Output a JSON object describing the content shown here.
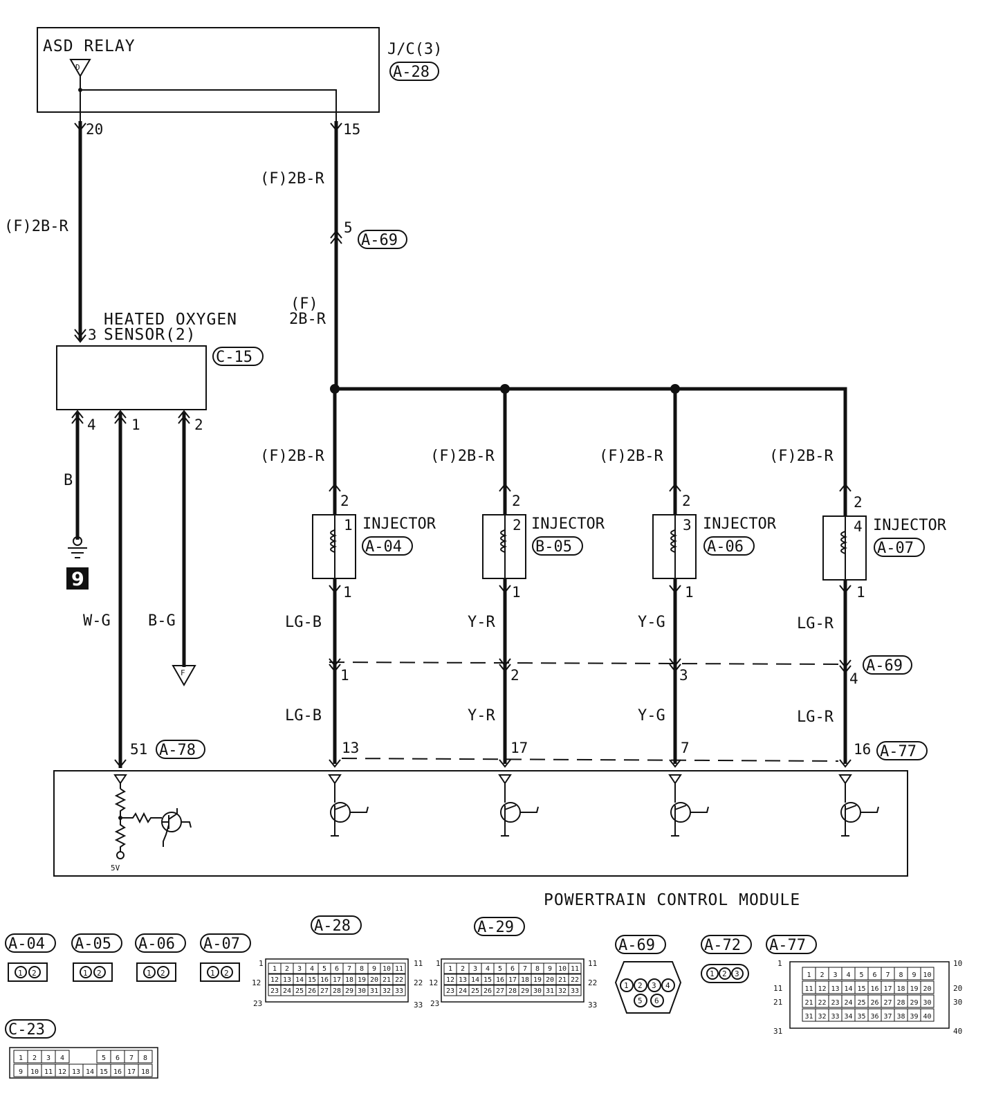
{
  "asd_relay": {
    "label": "ASD RELAY",
    "jc_label": "J/C(3)",
    "connector": "A-28",
    "pin_left": "20",
    "pin_right": "15",
    "symbol": "D"
  },
  "wire_labels": {
    "f_2br": "(F)2B-R",
    "f": "(F)",
    "twob_r": "2B-R",
    "b": "B",
    "wg": "W-G",
    "bg": "B-G",
    "lgb": "LG-B",
    "yr": "Y-R",
    "yg": "Y-G",
    "lgr": "LG-R"
  },
  "a69_top": {
    "pin": "5",
    "connector": "A-69"
  },
  "sensor": {
    "line1": "HEATED OXYGEN",
    "line2": "SENSOR(2)",
    "pin_top": "3",
    "connector": "C-15",
    "pins": [
      "4",
      "1",
      "2"
    ]
  },
  "ground_number": "9",
  "f_symbol": "F",
  "injectors": [
    {
      "label": "INJECTOR",
      "connector": "A-04",
      "number": "1",
      "pin_top": "2",
      "pin_bottom": "1",
      "a69_pin": "1",
      "pcm_pin": "13"
    },
    {
      "label": "INJECTOR",
      "connector": "B-05",
      "number": "2",
      "pin_top": "2",
      "pin_bottom": "1",
      "a69_pin": "2",
      "pcm_pin": "17"
    },
    {
      "label": "INJECTOR",
      "connector": "A-06",
      "number": "3",
      "pin_top": "2",
      "pin_bottom": "1",
      "a69_pin": "3",
      "pcm_pin": "7"
    },
    {
      "label": "INJECTOR",
      "connector": "A-07",
      "number": "4",
      "pin_top": "2",
      "pin_bottom": "1",
      "a69_pin": "4",
      "pcm_pin": "16"
    }
  ],
  "a69_mid_connector": "A-69",
  "pcm": {
    "title": "POWERTRAIN CONTROL MODULE",
    "pin51": "51",
    "conn_a78": "A-78",
    "conn_a77": "A-77",
    "voltage": "5V"
  },
  "connector_legend": {
    "small": [
      "A-04",
      "A-05",
      "A-06",
      "A-07"
    ],
    "small_pins": [
      "1",
      "2"
    ],
    "a28": "A-28",
    "a29": "A-29",
    "a69": "A-69",
    "a72": "A-72",
    "a77": "A-77",
    "c23": "C-23",
    "row_labels_33": [
      "1",
      "11",
      "12",
      "22",
      "23",
      "33"
    ],
    "row_labels_40": [
      "1",
      "10",
      "11",
      "20",
      "21",
      "30",
      "31",
      "40"
    ],
    "a69_pins": [
      "1",
      "2",
      "3",
      "4",
      "5",
      "6"
    ],
    "a72_pins": [
      "1",
      "2",
      "3"
    ]
  }
}
